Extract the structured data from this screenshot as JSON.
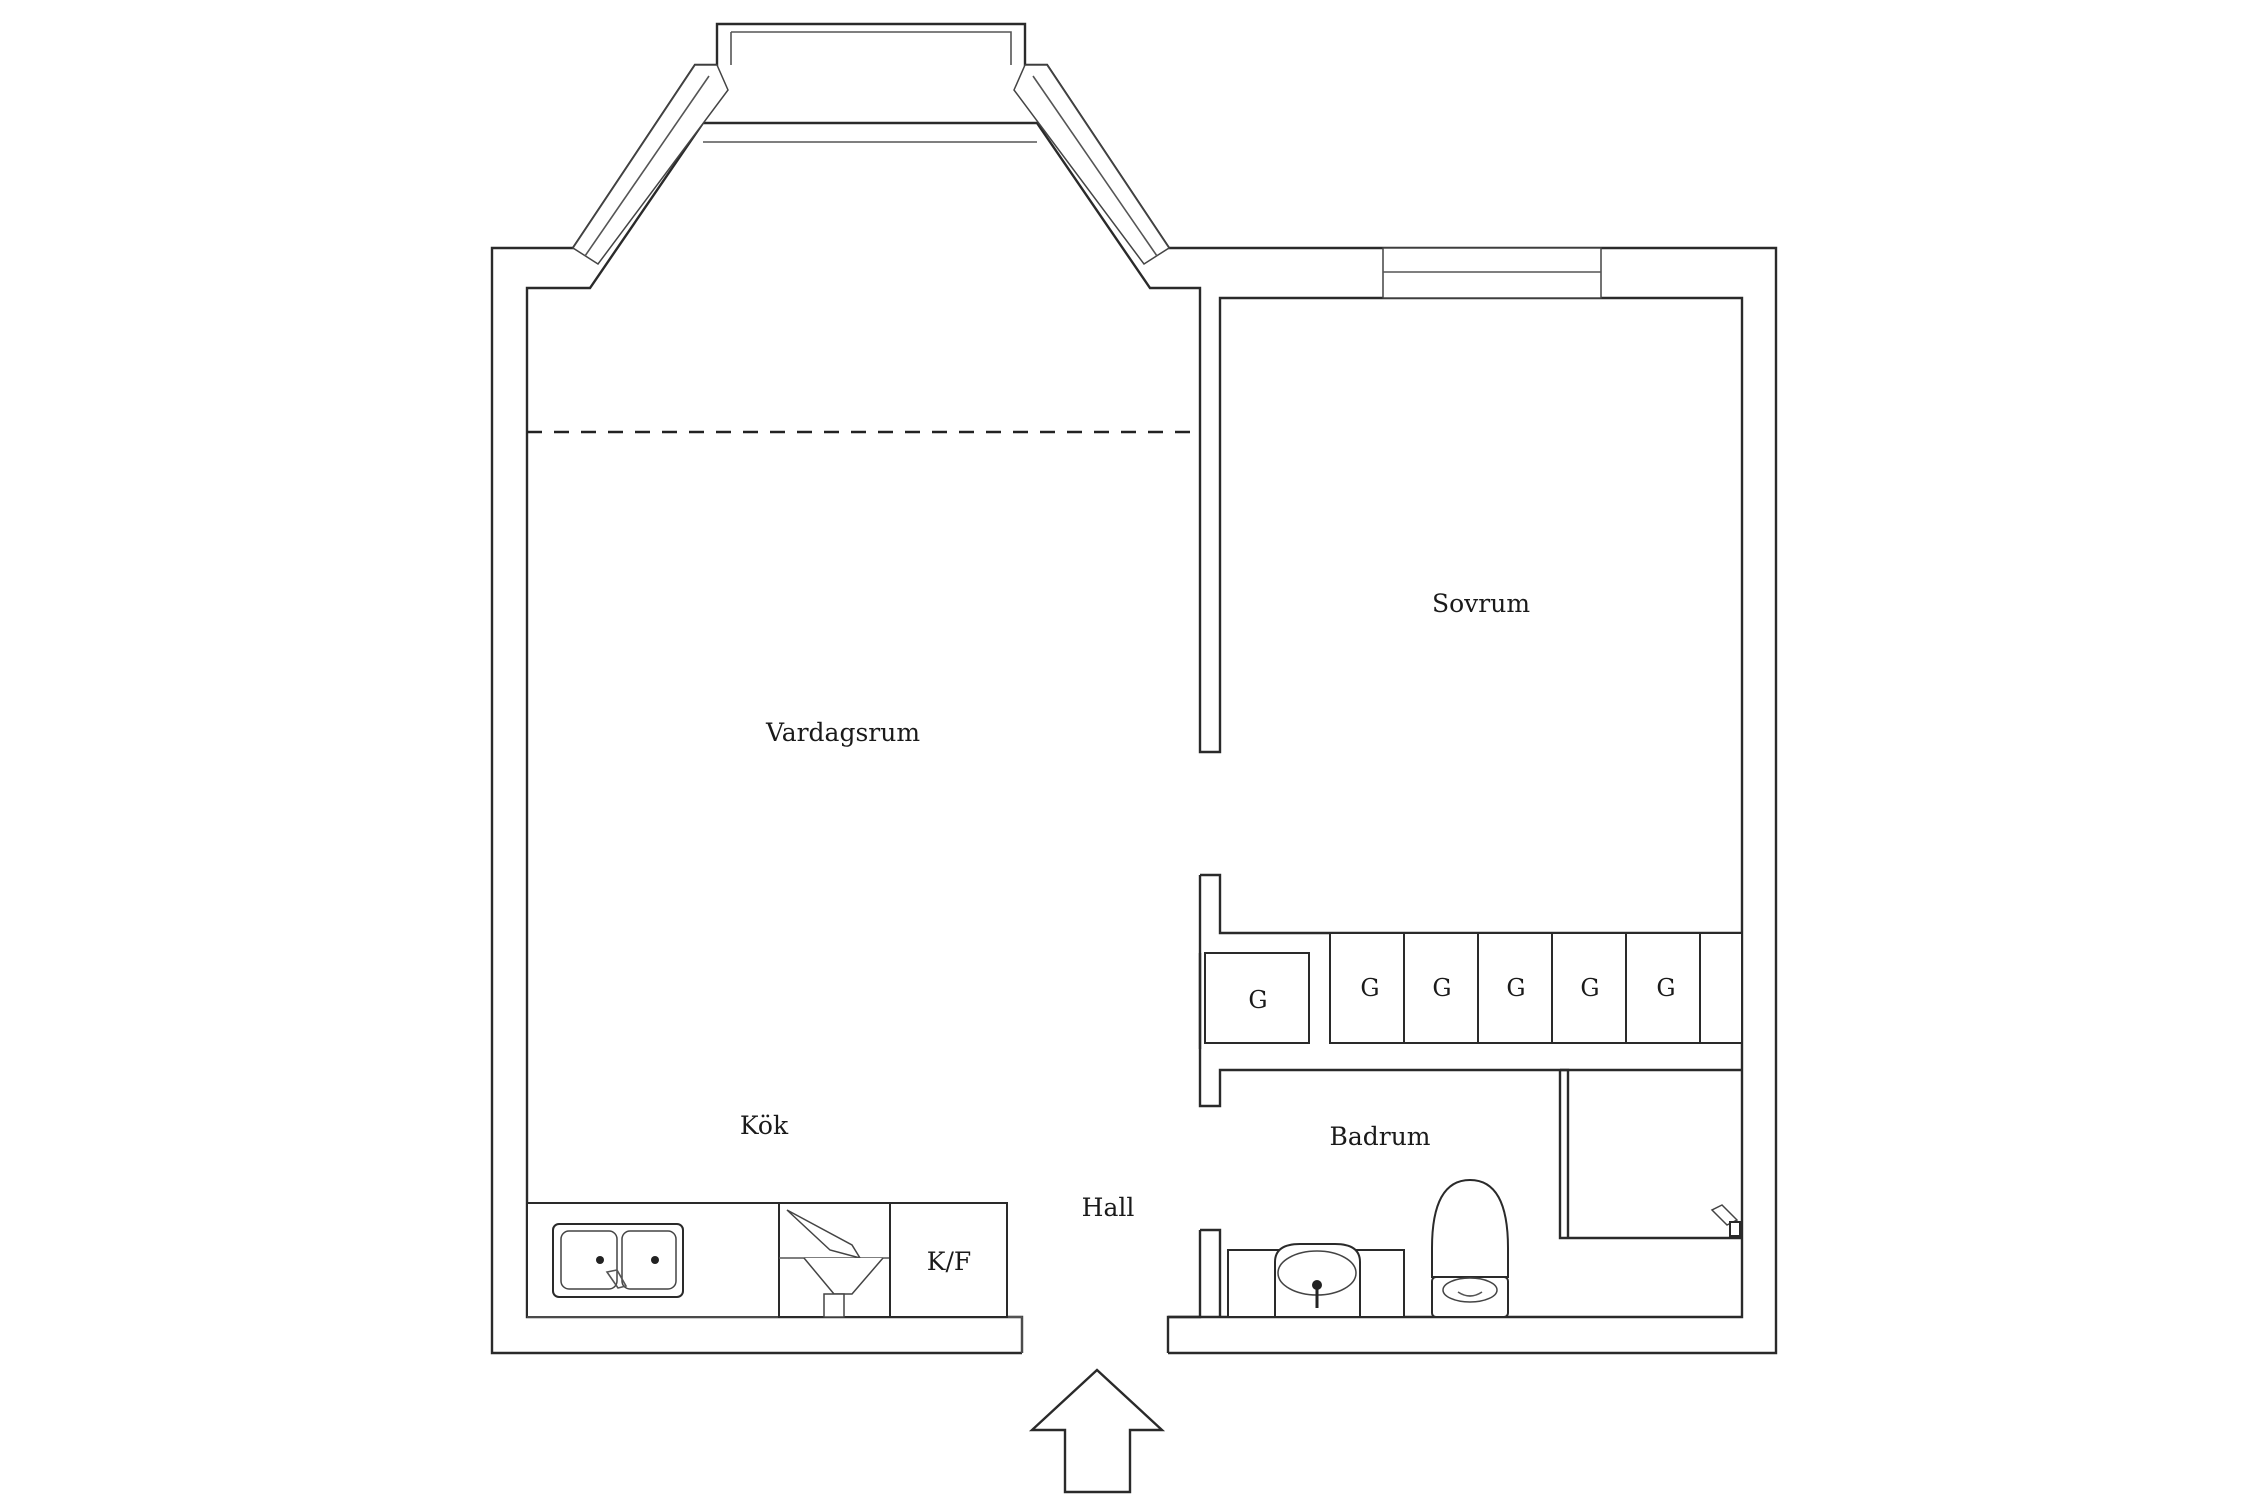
{
  "rooms": {
    "vardagsrum": "Vardagsrum",
    "sovrum": "Sovrum",
    "kok": "Kök",
    "hall": "Hall",
    "badrum": "Badrum"
  },
  "fixtures": {
    "fridge_freezer": "K/F",
    "wardrobe": "G"
  },
  "wardrobes": [
    "G",
    "G",
    "G",
    "G",
    "G",
    "G"
  ]
}
